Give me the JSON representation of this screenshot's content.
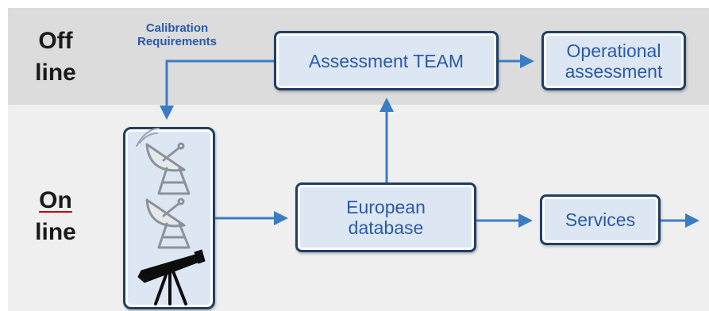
{
  "zones": {
    "offline": {
      "line1": "Off",
      "line2": "line"
    },
    "online": {
      "line1": "On",
      "line2": "line"
    }
  },
  "calibration": {
    "line1": "Calibration",
    "line2": "Requirements"
  },
  "nodes": {
    "assessment_team": "Assessment TEAM",
    "operational_assessment": {
      "line1": "Operational",
      "line2": "assessment"
    },
    "european_database": {
      "line1": "European",
      "line2": "database"
    },
    "services": "Services"
  },
  "sensors": [
    "radar-dish-icon",
    "radar-dish-icon",
    "telescope-icon"
  ],
  "colors": {
    "offline_band": "#dcdcdc",
    "online_band": "#efefef",
    "box_fill": "#dde7f3",
    "box_border": "#1f3f66",
    "text_blue": "#2a5aa8",
    "connector": "#3a7cc4"
  }
}
